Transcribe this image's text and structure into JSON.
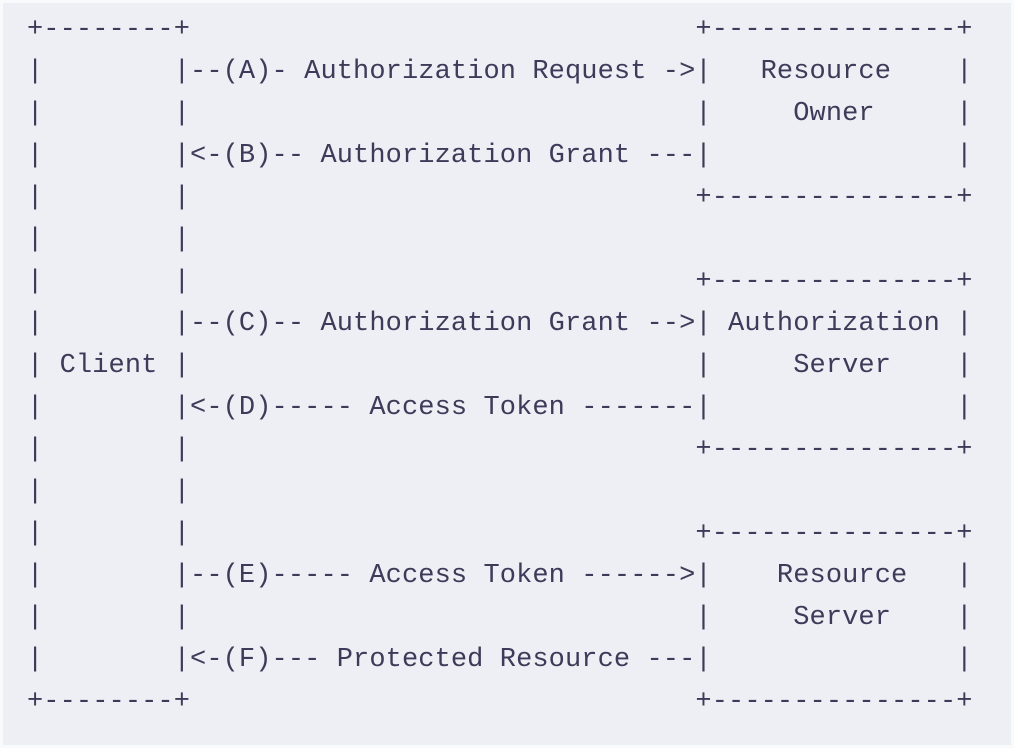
{
  "colors": {
    "panel_background": "#edeff4",
    "frame": "#f9fafc",
    "text": "#3c3b59"
  },
  "flow": {
    "client_label": "Client",
    "actors": [
      "Resource Owner",
      "Authorization Server",
      "Resource Server"
    ],
    "steps": [
      {
        "id": "A",
        "label": "Authorization Request",
        "from": "Client",
        "to": "Resource Owner"
      },
      {
        "id": "B",
        "label": "Authorization Grant",
        "from": "Resource Owner",
        "to": "Client"
      },
      {
        "id": "C",
        "label": "Authorization Grant",
        "from": "Client",
        "to": "Authorization Server"
      },
      {
        "id": "D",
        "label": "Access Token",
        "from": "Authorization Server",
        "to": "Client"
      },
      {
        "id": "E",
        "label": "Access Token",
        "from": "Client",
        "to": "Resource Server"
      },
      {
        "id": "F",
        "label": "Protected Resource",
        "from": "Resource Server",
        "to": "Client"
      }
    ]
  },
  "diagram": {
    "lines": [
      "+--------+                               +---------------+",
      "|        |--(A)- Authorization Request ->|   Resource    |",
      "|        |                               |     Owner     |",
      "|        |<-(B)-- Authorization Grant ---|               |",
      "|        |                               +---------------+",
      "|        |",
      "|        |                               +---------------+",
      "|        |--(C)-- Authorization Grant -->| Authorization |",
      "| Client |                               |     Server    |",
      "|        |<-(D)----- Access Token -------|               |",
      "|        |                               +---------------+",
      "|        |",
      "|        |                               +---------------+",
      "|        |--(E)----- Access Token ------>|    Resource   |",
      "|        |                               |     Server    |",
      "|        |<-(F)--- Protected Resource ---|               |",
      "+--------+                               +---------------+"
    ]
  }
}
